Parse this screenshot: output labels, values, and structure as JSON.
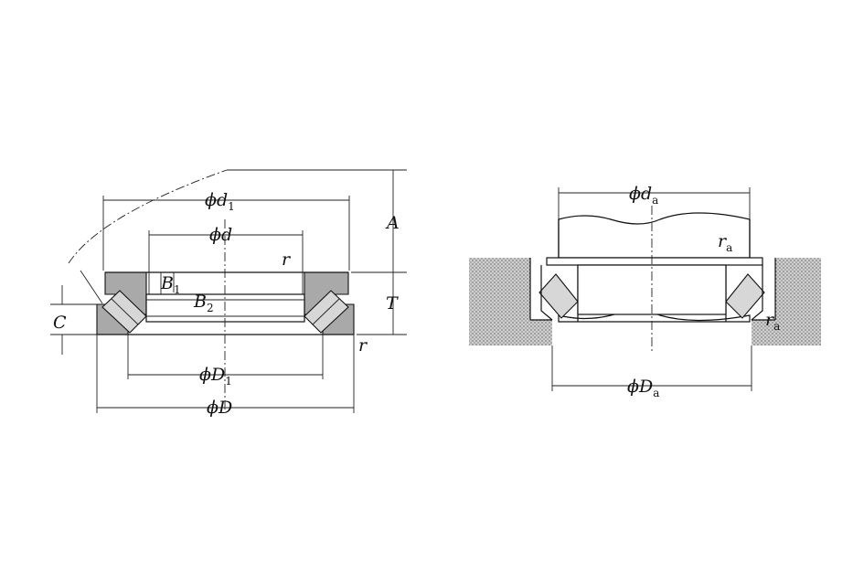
{
  "left_figure": {
    "labels": {
      "d1": {
        "main": "ϕd",
        "sub": "1"
      },
      "d": {
        "main": "ϕd",
        "sub": ""
      },
      "D1": {
        "main": "ϕD",
        "sub": "1"
      },
      "D": {
        "main": "ϕD",
        "sub": ""
      },
      "A": {
        "main": "A",
        "sub": ""
      },
      "T": {
        "main": "T",
        "sub": ""
      },
      "C": {
        "main": "C",
        "sub": ""
      },
      "B1": {
        "main": "B",
        "sub": "1"
      },
      "B2": {
        "main": "B",
        "sub": "2"
      },
      "r_top": {
        "main": "r",
        "sub": ""
      },
      "r_bottom": {
        "main": "r",
        "sub": ""
      }
    }
  },
  "right_figure": {
    "labels": {
      "da": {
        "main": "ϕd",
        "sub": "a"
      },
      "Da": {
        "main": "ϕD",
        "sub": "a"
      },
      "ra_top": {
        "main": "r",
        "sub": "a"
      },
      "ra_bottom": {
        "main": "r",
        "sub": "a"
      }
    }
  }
}
